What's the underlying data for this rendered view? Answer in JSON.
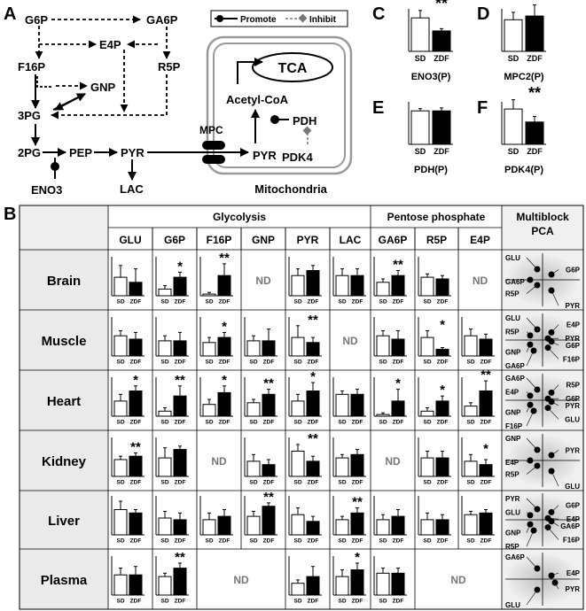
{
  "panelA": {
    "label": "A",
    "metabolites": {
      "g6p": "G6P",
      "ga6p": "GA6P",
      "e4p": "E4P",
      "f16p": "F16P",
      "r5p": "R5P",
      "gnp": "GNP",
      "pg3": "3PG",
      "pg2": "2PG",
      "pep": "PEP",
      "pyr": "PYR",
      "lac": "LAC",
      "eno3": "ENO3",
      "mpc": "MPC",
      "pyr_mito": "PYR",
      "acetyl": "Acetyl-CoA",
      "tca": "TCA",
      "pdh": "PDH",
      "pdk4": "PDK4",
      "mito": "Mitochondria"
    },
    "legend": {
      "promote": "Promote",
      "inhibit": "Inhibit"
    }
  },
  "bars": {
    "group1": "SD",
    "group2": "ZDF",
    "colors": {
      "sd": "#ffffff",
      "zdf": "#000000",
      "stroke": "#000000"
    },
    "panels": [
      {
        "letter": "C",
        "caption": "ENO3(P)",
        "sd": 0.9,
        "zdf": 0.55,
        "sd_err": 0.2,
        "zdf_err": 0.06,
        "sig": "**"
      },
      {
        "letter": "D",
        "caption": "MPC2(P)",
        "sd": 0.85,
        "zdf": 0.95,
        "sd_err": 0.2,
        "zdf_err": 0.3,
        "sig": ""
      },
      {
        "letter": "E",
        "caption": "PDH(P)",
        "sd": 0.9,
        "zdf": 0.9,
        "sd_err": 0.06,
        "zdf_err": 0.08,
        "sig": ""
      },
      {
        "letter": "F",
        "caption": "PDK4(P)",
        "sd": 0.95,
        "zdf": 0.6,
        "sd_err": 0.25,
        "zdf_err": 0.15,
        "sig": "**"
      }
    ]
  },
  "panelB": {
    "label": "B",
    "group_headers": {
      "glycolysis": "Glycolysis",
      "pentose": "Pentose phosphate",
      "multiblock": "Multiblock",
      "pca": "PCA"
    },
    "columns": [
      "GLU",
      "G6P",
      "F16P",
      "GNP",
      "PYR",
      "LAC",
      "GA6P",
      "R5P",
      "E4P"
    ],
    "rows": [
      "Brain",
      "Muscle",
      "Heart",
      "Kidney",
      "Liver",
      "Plasma"
    ],
    "nd": "ND",
    "cells": [
      [
        [
          0.55,
          0.4,
          0.35,
          0.4,
          ""
        ],
        [
          0.2,
          0.55,
          0.1,
          0.15,
          "*"
        ],
        [
          0.05,
          0.6,
          0.05,
          0.35,
          "**"
        ],
        null,
        [
          0.6,
          0.75,
          0.2,
          0.15,
          ""
        ],
        [
          0.6,
          0.6,
          0.2,
          0.2,
          ""
        ],
        [
          0.4,
          0.6,
          0.1,
          0.15,
          "**"
        ],
        [
          0.55,
          0.5,
          0.1,
          0.1,
          ""
        ],
        null
      ],
      [
        [
          0.6,
          0.5,
          0.15,
          0.2,
          ""
        ],
        [
          0.45,
          0.45,
          0.15,
          0.25,
          ""
        ],
        [
          0.4,
          0.55,
          0.15,
          0.15,
          "*"
        ],
        [
          0.45,
          0.45,
          0.15,
          0.35,
          ""
        ],
        [
          0.55,
          0.4,
          0.35,
          0.15,
          "**"
        ],
        null,
        [
          0.6,
          0.5,
          0.15,
          0.25,
          ""
        ],
        [
          0.55,
          0.2,
          0.2,
          0.05,
          "*"
        ],
        [
          0.6,
          0.5,
          0.2,
          0.15,
          ""
        ]
      ],
      [
        [
          0.45,
          0.75,
          0.2,
          0.15,
          "*"
        ],
        [
          0.15,
          0.6,
          0.1,
          0.3,
          "**"
        ],
        [
          0.35,
          0.7,
          0.15,
          0.2,
          "*"
        ],
        [
          0.4,
          0.65,
          0.1,
          0.15,
          "**"
        ],
        [
          0.45,
          0.75,
          0.2,
          0.25,
          "*"
        ],
        [
          0.65,
          0.65,
          0.1,
          0.15,
          ""
        ],
        [
          0.05,
          0.45,
          0.05,
          0.35,
          "*"
        ],
        [
          0.15,
          0.45,
          0.1,
          0.15,
          "*"
        ],
        [
          0.3,
          0.75,
          0.1,
          0.3,
          "**"
        ]
      ],
      [
        [
          0.5,
          0.6,
          0.1,
          0.1,
          "**"
        ],
        [
          0.55,
          0.8,
          0.3,
          0.1,
          ""
        ],
        null,
        [
          0.45,
          0.35,
          0.2,
          0.15,
          ""
        ],
        [
          0.75,
          0.45,
          0.2,
          0.15,
          "**"
        ],
        [
          0.55,
          0.65,
          0.1,
          0.15,
          ""
        ],
        null,
        [
          0.55,
          0.55,
          0.2,
          0.2,
          ""
        ],
        [
          0.45,
          0.35,
          0.2,
          0.15,
          "*"
        ]
      ],
      [
        [
          0.75,
          0.65,
          0.25,
          0.1,
          ""
        ],
        [
          0.5,
          0.45,
          0.2,
          0.2,
          ""
        ],
        [
          0.45,
          0.55,
          0.2,
          0.2,
          ""
        ],
        [
          0.55,
          0.85,
          0.15,
          0.1,
          "**"
        ],
        [
          0.6,
          0.4,
          0.2,
          0.15,
          ""
        ],
        [
          0.45,
          0.65,
          0.1,
          0.15,
          "**"
        ],
        [
          0.45,
          0.55,
          0.15,
          0.2,
          ""
        ],
        [
          0.45,
          0.45,
          0.2,
          0.15,
          ""
        ],
        [
          0.6,
          0.65,
          0.1,
          0.1,
          ""
        ]
      ],
      [
        [
          0.6,
          0.6,
          0.2,
          0.25,
          ""
        ],
        [
          0.55,
          0.8,
          0.1,
          0.15,
          "**"
        ],
        null,
        null,
        [
          0.35,
          0.55,
          0.1,
          0.3,
          ""
        ],
        [
          0.55,
          0.75,
          0.2,
          0.2,
          "*"
        ],
        [
          0.65,
          0.65,
          0.15,
          0.15,
          ""
        ],
        null,
        null
      ]
    ],
    "nd_spans": [
      {
        "row": 0,
        "col": 3,
        "span": 1
      },
      {
        "row": 0,
        "col": 8,
        "span": 1
      },
      {
        "row": 1,
        "col": 5,
        "span": 1
      },
      {
        "row": 3,
        "col": 2,
        "span": 1
      },
      {
        "row": 3,
        "col": 6,
        "span": 1
      },
      {
        "row": 5,
        "col": 2,
        "span": 2
      },
      {
        "row": 5,
        "col": 7,
        "span": 2
      }
    ],
    "pca": [
      [
        "GLU",
        "G6P",
        "GA6P",
        "R5P",
        "PYR"
      ],
      [
        "GLU",
        "E4P",
        "R5P",
        "PYR",
        "G6P",
        "GNP",
        "F16P",
        "GA6P"
      ],
      [
        "GA6P",
        "R5P",
        "E4P",
        "G6P",
        "PYR",
        "GNP",
        "GLU",
        "F16P"
      ],
      [
        "GNP",
        "PYR",
        "E4P",
        "R5P",
        "GLU"
      ],
      [
        "PYR",
        "G6P",
        "GLU",
        "E4P",
        "GA6P",
        "GNP",
        "F16P",
        "R5P"
      ],
      [
        "GA6P",
        "E4P",
        "PYR",
        "GLU"
      ]
    ]
  }
}
